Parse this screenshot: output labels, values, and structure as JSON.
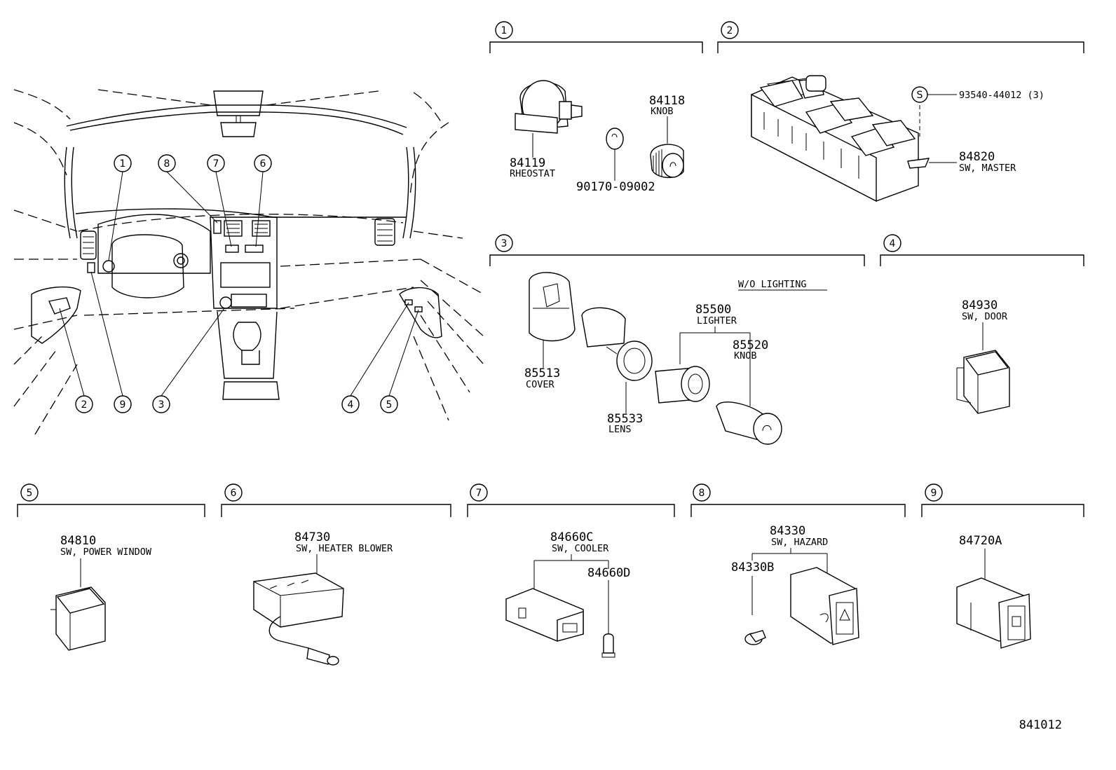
{
  "diagram_code": "841012",
  "callout_numbers": [
    "1",
    "2",
    "3",
    "4",
    "5",
    "6",
    "7",
    "8",
    "9"
  ],
  "screw_symbol": "S",
  "sections": {
    "s1": {
      "number": "1",
      "parts": [
        {
          "number": "84119",
          "label": "RHEOSTAT"
        },
        {
          "number": "84118",
          "label": "KNOB"
        },
        {
          "number": "90170-09002",
          "label": ""
        }
      ]
    },
    "s2": {
      "number": "2",
      "parts": [
        {
          "number": "93540-44012 (3)",
          "label": ""
        },
        {
          "number": "84820",
          "label": "SW, MASTER"
        }
      ]
    },
    "s3": {
      "number": "3",
      "note": "W/O LIGHTING",
      "parts": [
        {
          "number": "85513",
          "label": "COVER"
        },
        {
          "number": "85533",
          "label": "LENS"
        },
        {
          "number": "85500",
          "label": "LIGHTER"
        },
        {
          "number": "85520",
          "label": "KNOB"
        }
      ]
    },
    "s4": {
      "number": "4",
      "parts": [
        {
          "number": "84930",
          "label": "SW, DOOR"
        }
      ]
    },
    "s5": {
      "number": "5",
      "parts": [
        {
          "number": "84810",
          "label": "SW, POWER WINDOW"
        }
      ]
    },
    "s6": {
      "number": "6",
      "parts": [
        {
          "number": "84730",
          "label": "SW, HEATER BLOWER"
        }
      ]
    },
    "s7": {
      "number": "7",
      "parts": [
        {
          "number": "84660C",
          "label": "SW, COOLER"
        },
        {
          "number": "84660D",
          "label": ""
        }
      ]
    },
    "s8": {
      "number": "8",
      "parts": [
        {
          "number": "84330",
          "label": "SW, HAZARD"
        },
        {
          "number": "84330B",
          "label": ""
        }
      ]
    },
    "s9": {
      "number": "9",
      "parts": [
        {
          "number": "84720A",
          "label": ""
        }
      ]
    }
  }
}
